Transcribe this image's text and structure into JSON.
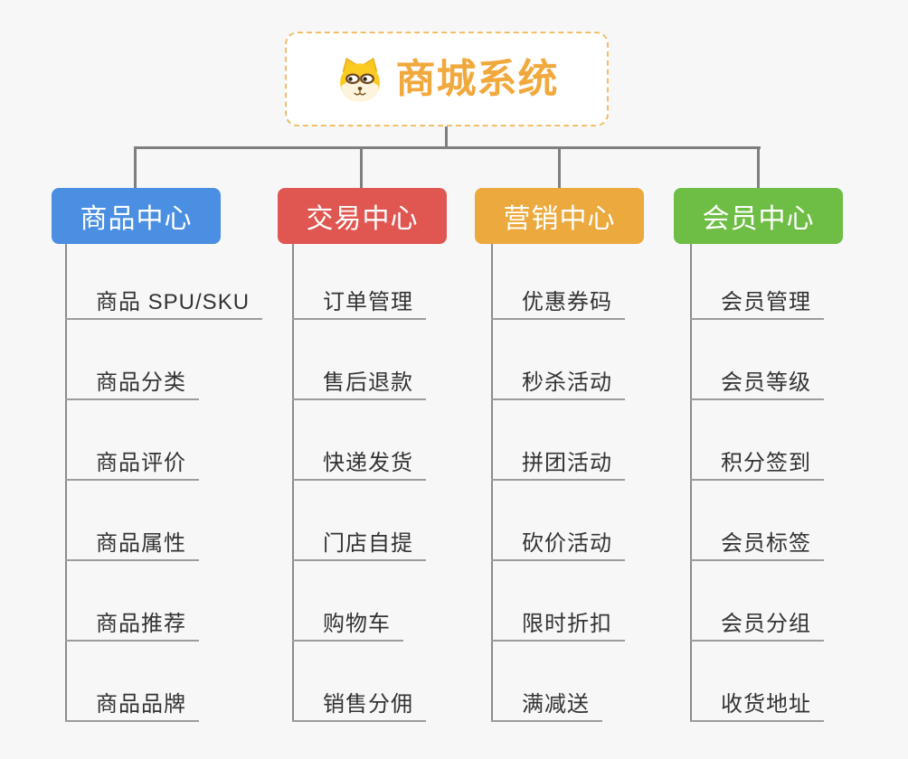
{
  "title": "商城系统",
  "colors": {
    "background": "#F7F7F8",
    "connector": "#7F7F7F",
    "spine": "#8C8C8C",
    "underline": "#9C9C9C",
    "root_border": "#F3BE68",
    "root_text": "#F1A83C",
    "child_text": "#333333"
  },
  "root": {
    "label": "商城系统",
    "icon": "dog-face-icon"
  },
  "branches": [
    {
      "id": "product-center",
      "label": "商品中心",
      "color": "#4A8FE2",
      "children": [
        "商品 SPU/SKU",
        "商品分类",
        "商品评价",
        "商品属性",
        "商品推荐",
        "商品品牌"
      ]
    },
    {
      "id": "trade-center",
      "label": "交易中心",
      "color": "#E05752",
      "children": [
        "订单管理",
        "售后退款",
        "快递发货",
        "门店自提",
        "购物车",
        "销售分佣"
      ]
    },
    {
      "id": "marketing-center",
      "label": "营销中心",
      "color": "#EBA93E",
      "children": [
        "优惠券码",
        "秒杀活动",
        "拼团活动",
        "砍价活动",
        "限时折扣",
        "满减送"
      ]
    },
    {
      "id": "member-center",
      "label": "会员中心",
      "color": "#6EBE45",
      "children": [
        "会员管理",
        "会员等级",
        "积分签到",
        "会员标签",
        "会员分组",
        "收货地址"
      ]
    }
  ]
}
